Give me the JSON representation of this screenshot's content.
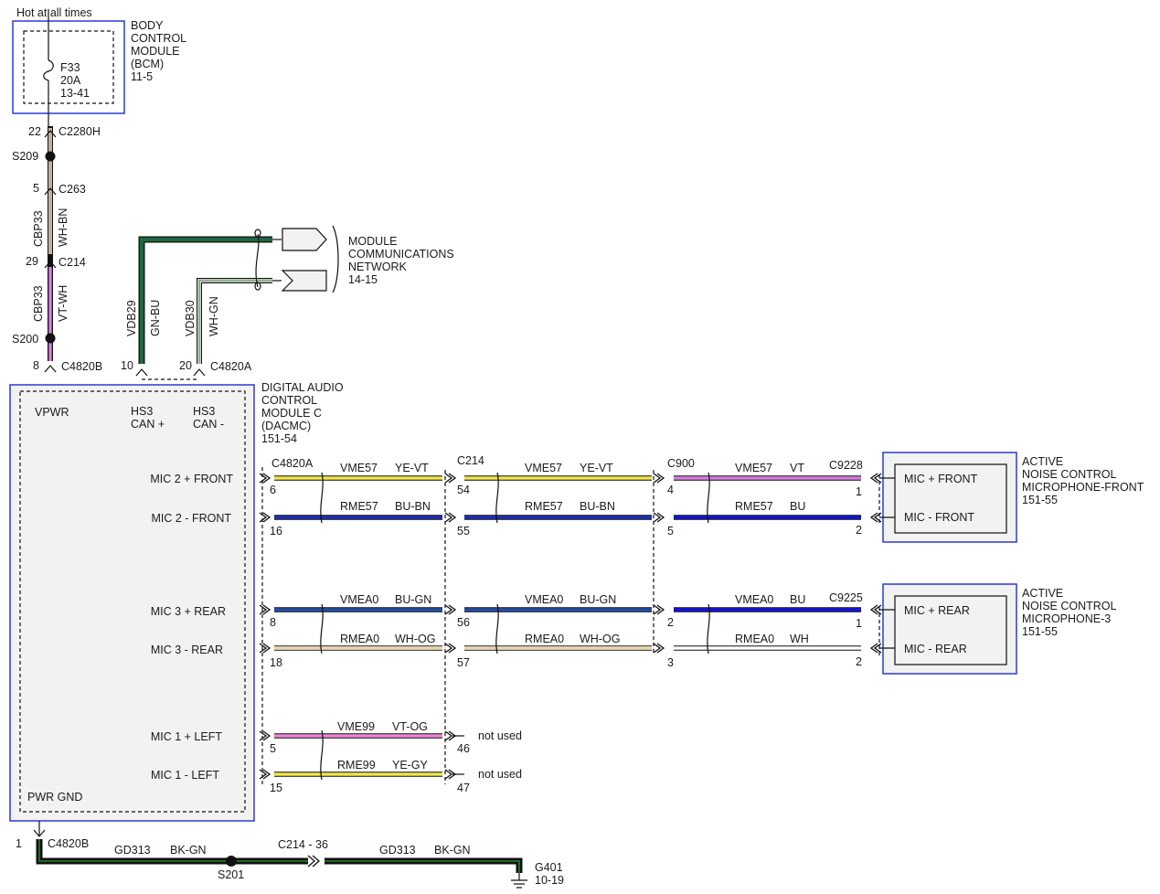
{
  "top_label": "Hot at all times",
  "bcm": {
    "name_lines": [
      "BODY",
      "CONTROL",
      "MODULE",
      "(BCM)",
      "11-5"
    ],
    "fuse_lines": [
      "F33",
      "20A",
      "13-41"
    ]
  },
  "power_circuit": {
    "pin22": "22",
    "c2280h": "C2280H",
    "s209": "S209",
    "pin5": "5",
    "c263": "C263",
    "cbp33_a": "CBP33",
    "wh_bn": "WH-BN",
    "pin29": "29",
    "c214": "C214",
    "cbp33_b": "CBP33",
    "vt_wh": "VT-WH",
    "s200": "S200",
    "pin8": "8",
    "c4820b": "C4820B"
  },
  "can_circuit": {
    "vdb29": "VDB29",
    "gn_bu": "GN-BU",
    "vdb30": "VDB30",
    "wh_gn": "WH-GN",
    "pin10": "10",
    "pin20": "20",
    "c4820a": "C4820A"
  },
  "mcn": {
    "lines": [
      "MODULE",
      "COMMUNICATIONS",
      "NETWORK",
      "14-15"
    ]
  },
  "dacmc": {
    "name_lines": [
      "DIGITAL AUDIO",
      "CONTROL",
      "MODULE C",
      "(DACMC)",
      "151-54"
    ],
    "vpwr": "VPWR",
    "hs3p": [
      "HS3",
      "CAN +"
    ],
    "hs3m": [
      "HS3",
      "CAN -"
    ],
    "pwr_gnd": "PWR GND",
    "pins": [
      "MIC 2 + FRONT",
      "MIC 2 - FRONT",
      "MIC 3 + REAR",
      "MIC 3 - REAR",
      "MIC 1 + LEFT",
      "MIC 1 - LEFT"
    ]
  },
  "connectors": {
    "c4820a": "C4820A",
    "c214": "C214",
    "c900": "C900",
    "c9228": "C9228",
    "c9225": "C9225"
  },
  "wires": [
    {
      "seg1": {
        "circuit": "VME57",
        "color": "YE-VT",
        "pin": "6"
      },
      "seg2": {
        "circuit": "VME57",
        "color": "YE-VT",
        "pin": "54"
      },
      "seg3": {
        "circuit": "VME57",
        "color": "VT",
        "pin": "4",
        "end_pin": "1"
      }
    },
    {
      "seg1": {
        "circuit": "RME57",
        "color": "BU-BN",
        "pin": "16"
      },
      "seg2": {
        "circuit": "RME57",
        "color": "BU-BN",
        "pin": "55"
      },
      "seg3": {
        "circuit": "RME57",
        "color": "BU",
        "pin": "5",
        "end_pin": "2"
      }
    },
    {
      "seg1": {
        "circuit": "VMEA0",
        "color": "BU-GN",
        "pin": "8"
      },
      "seg2": {
        "circuit": "VMEA0",
        "color": "BU-GN",
        "pin": "56"
      },
      "seg3": {
        "circuit": "VMEA0",
        "color": "BU",
        "pin": "2",
        "end_pin": "1"
      }
    },
    {
      "seg1": {
        "circuit": "RMEA0",
        "color": "WH-OG",
        "pin": "18"
      },
      "seg2": {
        "circuit": "RMEA0",
        "color": "WH-OG",
        "pin": "57"
      },
      "seg3": {
        "circuit": "RMEA0",
        "color": "WH",
        "pin": "3",
        "end_pin": "2"
      }
    },
    {
      "seg1": {
        "circuit": "VME99",
        "color": "VT-OG",
        "pin": "5",
        "end_pin": "46"
      },
      "note": "not used"
    },
    {
      "seg1": {
        "circuit": "RME99",
        "color": "YE-GY",
        "pin": "15",
        "end_pin": "47"
      },
      "note": "not used"
    }
  ],
  "anc_front": {
    "name_lines": [
      "ACTIVE",
      "NOISE CONTROL",
      "MICROPHONE-FRONT",
      "151-55"
    ],
    "pins": [
      "MIC + FRONT",
      "MIC - FRONT"
    ]
  },
  "anc_rear": {
    "name_lines": [
      "ACTIVE",
      "NOISE CONTROL",
      "MICROPHONE-3",
      "151-55"
    ],
    "pins": [
      "MIC + REAR",
      "MIC - REAR"
    ]
  },
  "ground": {
    "pin1": "1",
    "c4820b": "C4820B",
    "gd313_a": "GD313",
    "bk_gn_a": "BK-GN",
    "s201": "S201",
    "c214_36": "C214  -  36",
    "gd313_b": "GD313",
    "bk_gn_b": "BK-GN",
    "g401": "G401",
    "g401_ref": "10-19"
  },
  "colors": {
    "yellow": "#f0e64a",
    "violet": "#d77fe0",
    "blue_dark": "#1f2fb8",
    "blue": "#1414e0",
    "blue_gn": "#2450a8",
    "white": "#ffffff",
    "orange_stripe": "#f2b84a",
    "green": "#1d6b22",
    "black": "#111111",
    "gray_box": "#f2f2f2",
    "module_border": "#2b3bd6"
  }
}
